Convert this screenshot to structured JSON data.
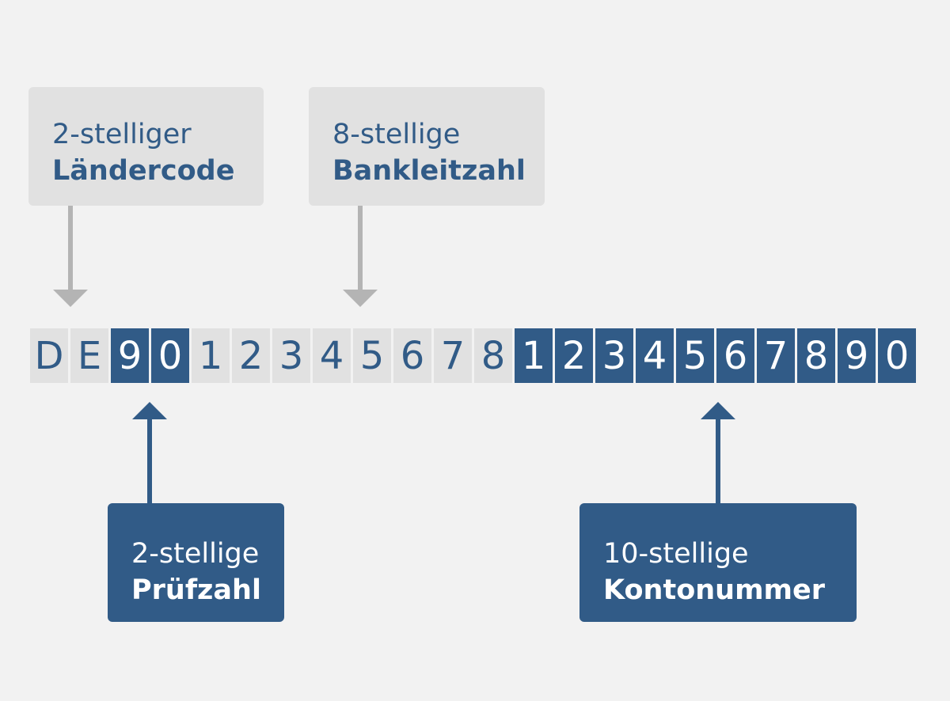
{
  "labels": {
    "country": {
      "line1": "2-stelliger",
      "line2": "Ländercode"
    },
    "bank": {
      "line1": "8-stellige",
      "line2": "Bankleitzahl"
    },
    "check": {
      "line1": "2-stellige",
      "line2": "Prüfzahl"
    },
    "account": {
      "line1": "10-stellige",
      "line2": "Kontonummer"
    }
  },
  "iban": {
    "characters": [
      "D",
      "E",
      "9",
      "0",
      "1",
      "2",
      "3",
      "4",
      "5",
      "6",
      "7",
      "8",
      "1",
      "2",
      "3",
      "4",
      "5",
      "6",
      "7",
      "8",
      "9",
      "0"
    ],
    "segments": [
      {
        "name": "country",
        "count": 2,
        "style": "light"
      },
      {
        "name": "check",
        "count": 2,
        "style": "dark"
      },
      {
        "name": "bank",
        "count": 8,
        "style": "light"
      },
      {
        "name": "account",
        "count": 10,
        "style": "dark"
      }
    ]
  },
  "colors": {
    "background": "#f2f2f2",
    "light_box": "#e1e1e1",
    "dark_box": "#315b87",
    "text_blue": "#315b87",
    "arrow_gray": "#b4b4b4"
  }
}
